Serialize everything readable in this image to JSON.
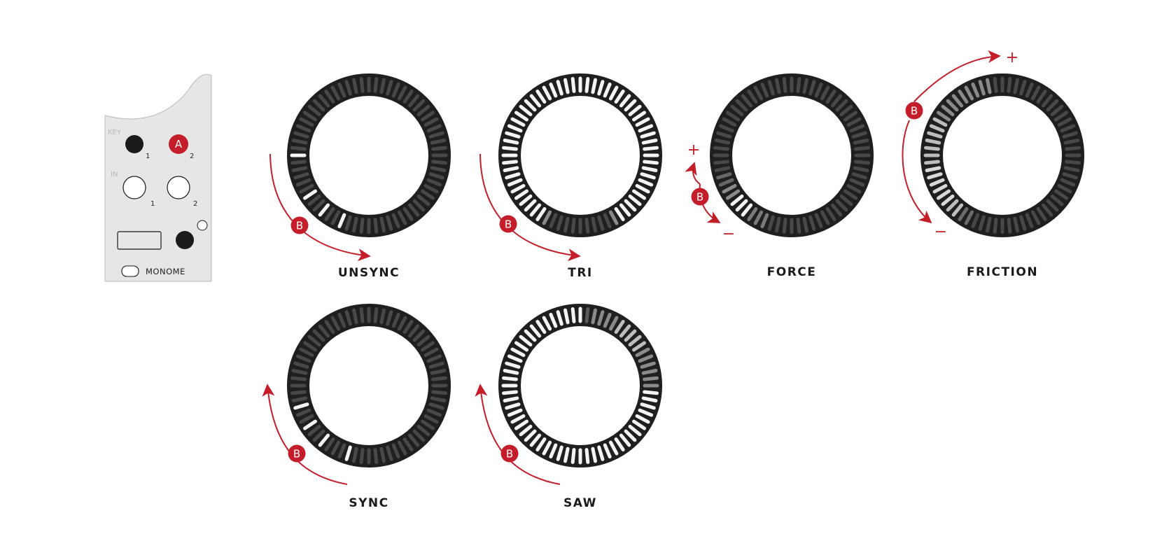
{
  "colors": {
    "accent": "#c41e2a",
    "ring": "#1f1f1f",
    "panel": "#e6e6e6"
  },
  "panel": {
    "key_label": "KEY",
    "in_label": "IN",
    "key1_num": "1",
    "key2_num": "2",
    "in1_num": "1",
    "in2_num": "2",
    "brand": "MONOME",
    "badge_a": "A"
  },
  "badge_b": "B",
  "sign_plus": "+",
  "sign_minus": "−",
  "modes": [
    {
      "key": "unsync",
      "label": "UNSYNC"
    },
    {
      "key": "tri",
      "label": "TRI"
    },
    {
      "key": "force",
      "label": "FORCE"
    },
    {
      "key": "friction",
      "label": "FRICTION"
    },
    {
      "key": "sync",
      "label": "SYNC"
    },
    {
      "key": "saw",
      "label": "SAW"
    }
  ],
  "icons": [
    "arc-ring-icon",
    "curved-arrow-icon",
    "b-badge-icon",
    "a-badge-icon",
    "jack-icon",
    "key-button-icon"
  ]
}
